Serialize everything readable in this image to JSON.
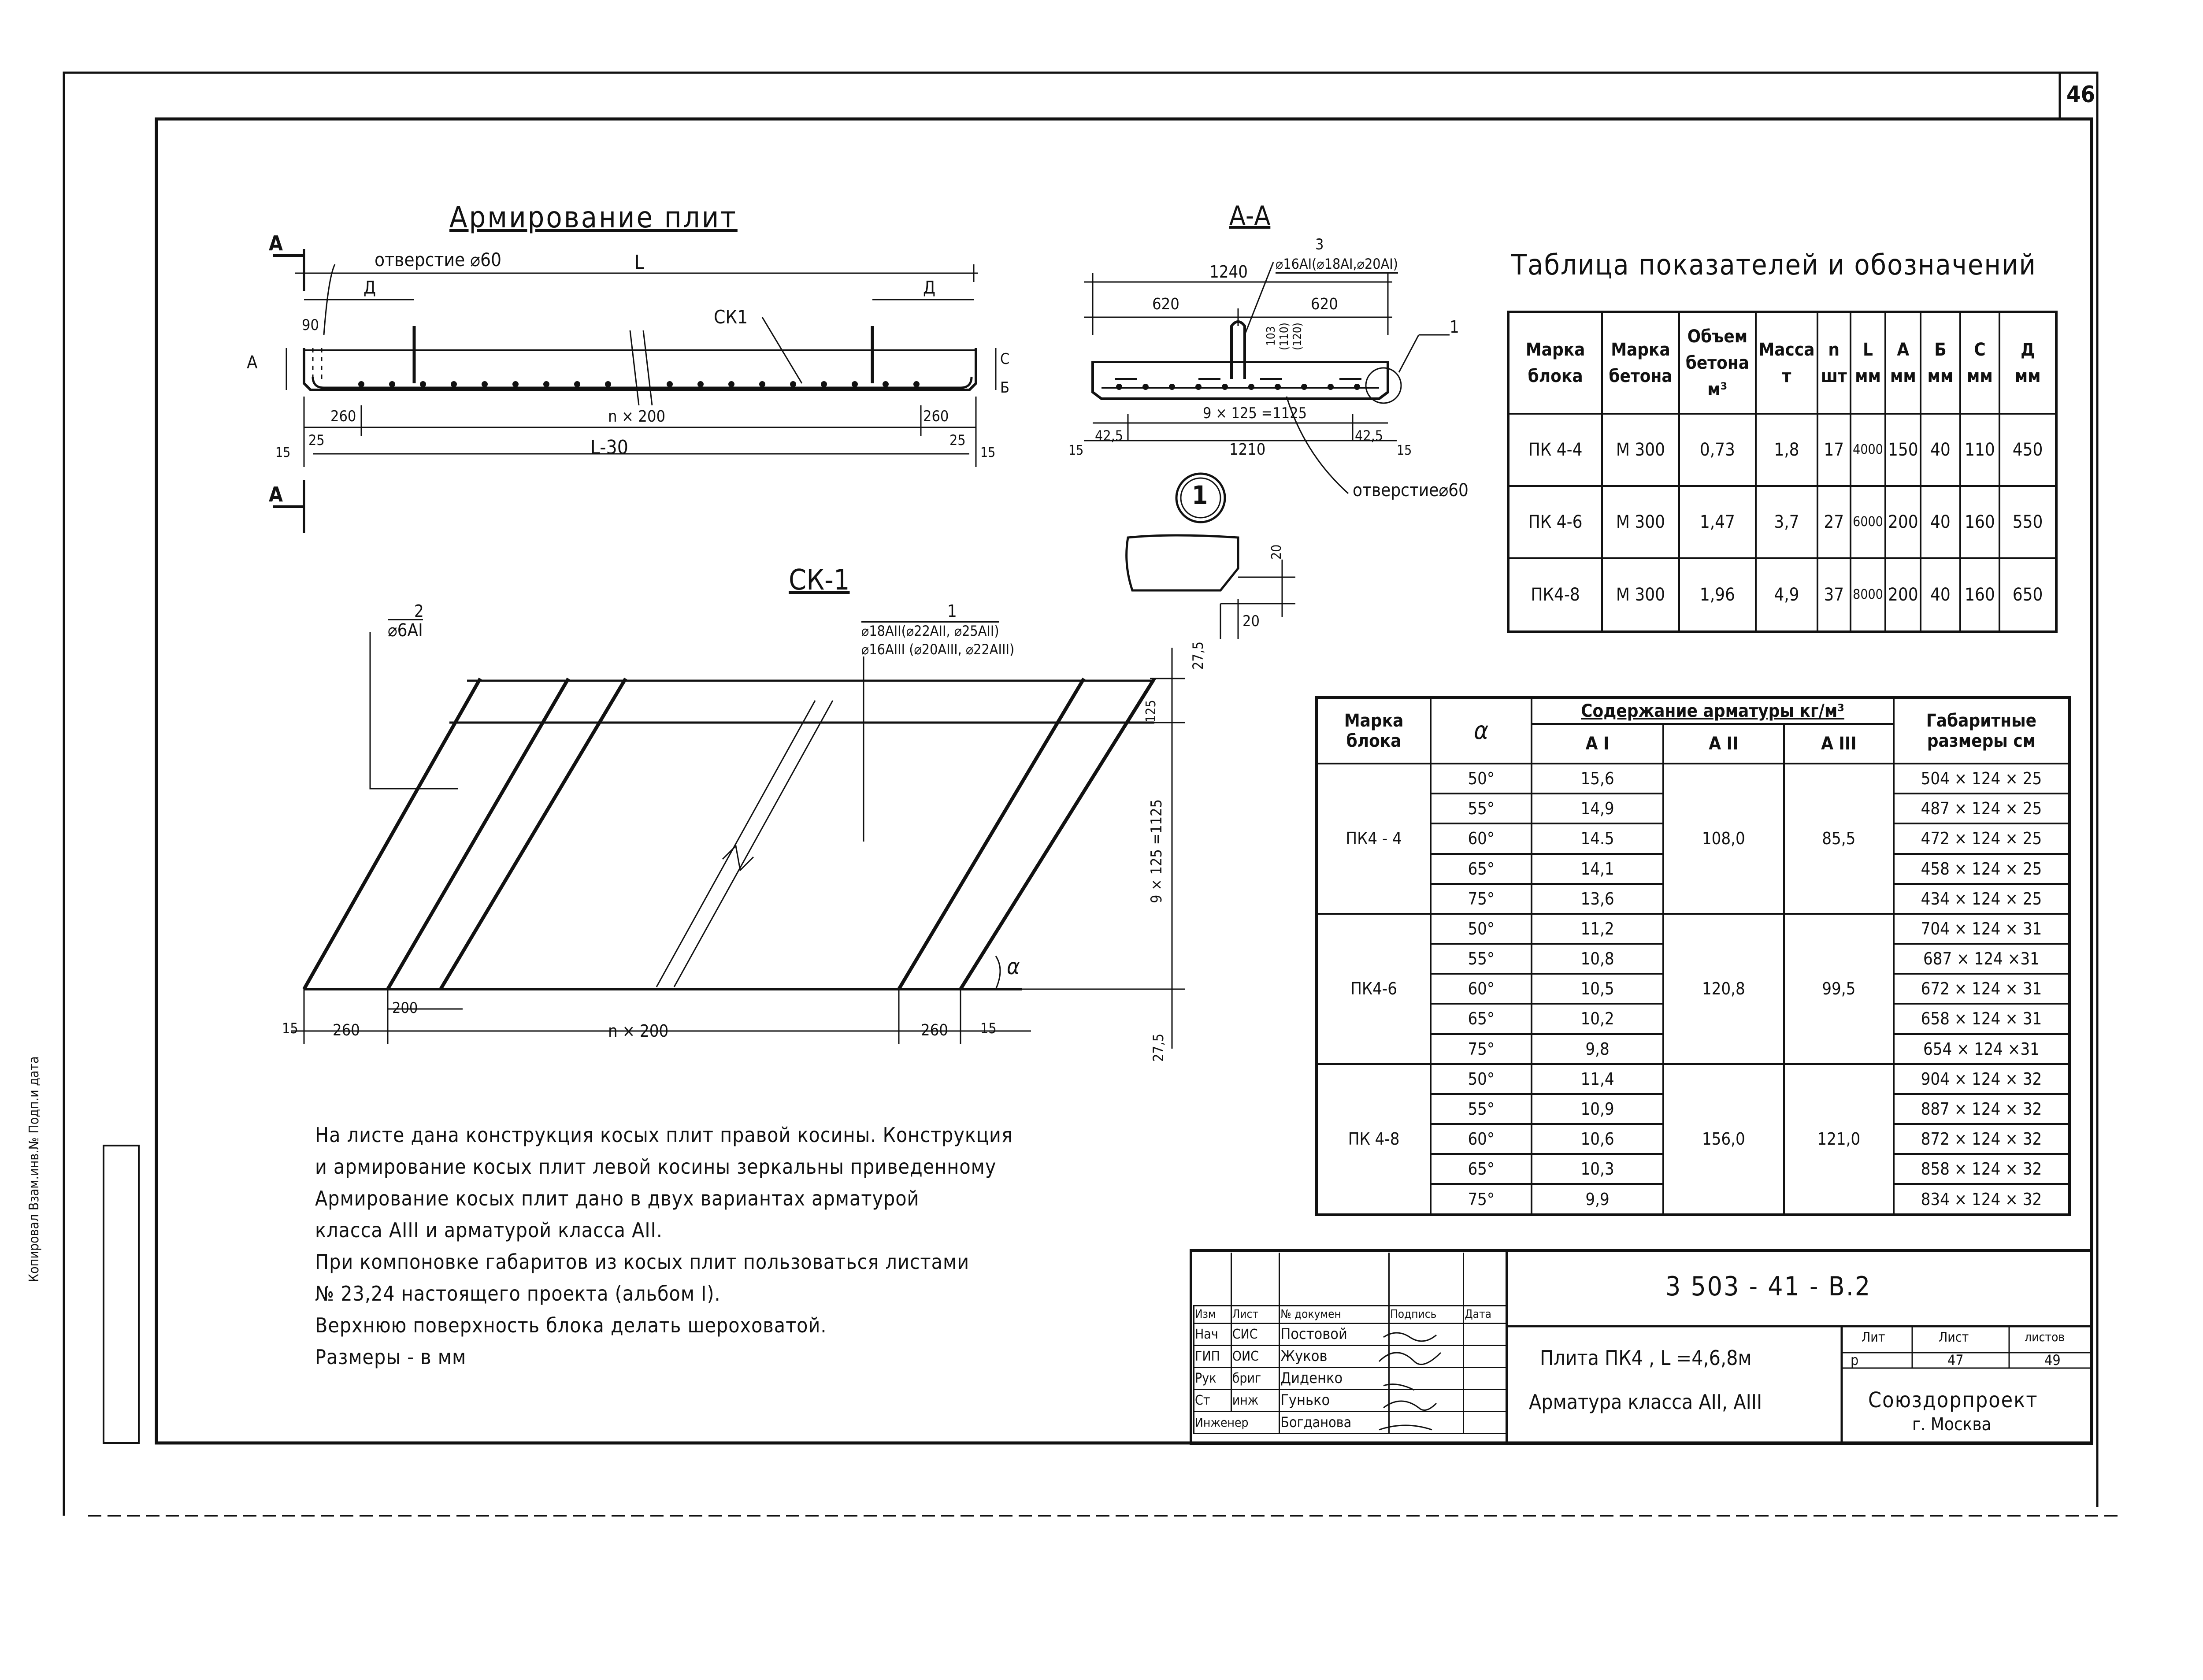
{
  "sheet": {
    "page_number": "46",
    "side_stamp": "Копировал   Взам.инв.№ Подп.и дата"
  },
  "drawing1": {
    "title": "Армирование плит",
    "section_mark": "А",
    "hole_label": "отверстие ⌀60",
    "dim_L": "L",
    "dim_D": "Д",
    "dim_90": "90",
    "dim_A": "А",
    "callout_ck1": "СК1",
    "dim_C": "С",
    "dim_B": "Б",
    "dim_260": "260",
    "dim_n200": "n × 200",
    "dim_25": "25",
    "dim_15": "15",
    "dim_L30": "L-30"
  },
  "drawing2": {
    "title": "А-А",
    "dim_1240": "1240",
    "callout_num": "3",
    "callout_bar": "⌀16АI(⌀18АI,⌀20АI)",
    "dim_620": "620",
    "dim_103": "103",
    "dim_110": "(110)",
    "dim_120": "(120)",
    "dim_9x125": "9 × 125 =1125",
    "dim_425": "42,5",
    "dim_1210": "1210",
    "dim_15": "15",
    "callout_1": "1",
    "hole_label": "отверстие⌀60"
  },
  "detail1": {
    "marker": "1",
    "dim_20": "20"
  },
  "ck1": {
    "title": "СК-1",
    "pos2_num": "2",
    "pos2_bar": "⌀6АI",
    "pos1_num": "1",
    "pos1_line1": "⌀18АII(⌀22АII, ⌀25АII)",
    "pos1_line2": "⌀16АIII (⌀20АIII, ⌀22АIII)",
    "dim_275": "27,5",
    "dim_125": "125",
    "dim_9x125": "9 × 125 =1125",
    "angle": "α",
    "dim_15": "15",
    "dim_260": "260",
    "dim_200": "200",
    "dim_n200": "n × 200"
  },
  "table1": {
    "title": "Таблица показателей и обозначений",
    "headers": [
      [
        "Марка",
        "блока"
      ],
      [
        "Марка",
        "бетона"
      ],
      [
        "Объем",
        "бетона м³"
      ],
      [
        "Масса",
        "т"
      ],
      [
        "n",
        "шт"
      ],
      [
        "L",
        "мм"
      ],
      [
        "А",
        "мм"
      ],
      [
        "Б",
        "мм"
      ],
      [
        "С",
        "мм"
      ],
      [
        "Д",
        "мм"
      ]
    ],
    "rows": [
      [
        "ПК 4-4",
        "М 300",
        "0,73",
        "1,8",
        "17",
        "4000",
        "150",
        "40",
        "110",
        "450"
      ],
      [
        "ПК 4-6",
        "М 300",
        "1,47",
        "3,7",
        "27",
        "6000",
        "200",
        "40",
        "160",
        "550"
      ],
      [
        "ПК4-8",
        "М 300",
        "1,96",
        "4,9",
        "37",
        "8000",
        "200",
        "40",
        "160",
        "650"
      ]
    ]
  },
  "table2": {
    "h_mark": "Марка блока",
    "h_alpha": "α",
    "h_content": "Содержание арматуры кг/м³",
    "h_ai": "А I",
    "h_aii": "А II",
    "h_aiii": "А III",
    "h_dims": "Габаритные размеры см",
    "groups": [
      {
        "mark": "ПК4 - 4",
        "aii": "108,0",
        "aiii": "85,5",
        "rows": [
          [
            "50°",
            "15,6",
            "504 × 124 × 25"
          ],
          [
            "55°",
            "14,9",
            "487 × 124 × 25"
          ],
          [
            "60°",
            "14.5",
            "472 × 124 × 25"
          ],
          [
            "65°",
            "14,1",
            "458 × 124 × 25"
          ],
          [
            "75°",
            "13,6",
            "434 × 124 × 25"
          ]
        ]
      },
      {
        "mark": "ПК4-6",
        "aii": "120,8",
        "aiii": "99,5",
        "rows": [
          [
            "50°",
            "11,2",
            "704 × 124 × 31"
          ],
          [
            "55°",
            "10,8",
            "687 × 124 ×31"
          ],
          [
            "60°",
            "10,5",
            "672 × 124 × 31"
          ],
          [
            "65°",
            "10,2",
            "658 × 124 × 31"
          ],
          [
            "75°",
            "9,8",
            "654 × 124 ×31"
          ]
        ]
      },
      {
        "mark": "ПК 4-8",
        "aii": "156,0",
        "aiii": "121,0",
        "rows": [
          [
            "50°",
            "11,4",
            "904 × 124 × 32"
          ],
          [
            "55°",
            "10,9",
            "887 × 124 × 32"
          ],
          [
            "60°",
            "10,6",
            "872 × 124 × 32"
          ],
          [
            "65°",
            "10,3",
            "858 × 124 × 32"
          ],
          [
            "75°",
            "9,9",
            "834 × 124 × 32"
          ]
        ]
      }
    ]
  },
  "notes": [
    "На листе дана конструкция косых плит правой косины. Конструкция",
    "и армирование косых плит левой косины зеркальны приведенному",
    "Армирование косых плит дано в двух вариантах арматурой",
    "класса АIII и арматурой класса АII.",
    "При компоновке габаритов из косых плит пользоваться листами",
    "№ 23,24    настоящего проекта (альбом I).",
    "Верхнюю поверхность блока делать шероховатой.",
    "Размеры - в мм"
  ],
  "titleblock": {
    "doc_code": "3 503 - 41 - В.2",
    "col_headers": [
      "Изм",
      "Лист",
      "№ докумен",
      "Подпись",
      "Дата"
    ],
    "staff": [
      [
        "Нач",
        "СИС",
        "Постовой"
      ],
      [
        "ГИП",
        "ОИС",
        "Жуков"
      ],
      [
        "Рук",
        "бриг",
        "Диденко"
      ],
      [
        "Ст",
        "инж",
        "Гунько"
      ],
      [
        "Инженер",
        "",
        "Богданова"
      ]
    ],
    "name_line1": "Плита ПК4 , L =4,6,8м",
    "name_line2": "Арматура класса АII, АIII",
    "lit_label": "Лит",
    "sheet_label": "Лист",
    "sheets_label": "листов",
    "lit_value": "р",
    "sheet_value": "47",
    "sheets_value": "49",
    "org": "Союздорпроект",
    "city": "г. Москва"
  }
}
